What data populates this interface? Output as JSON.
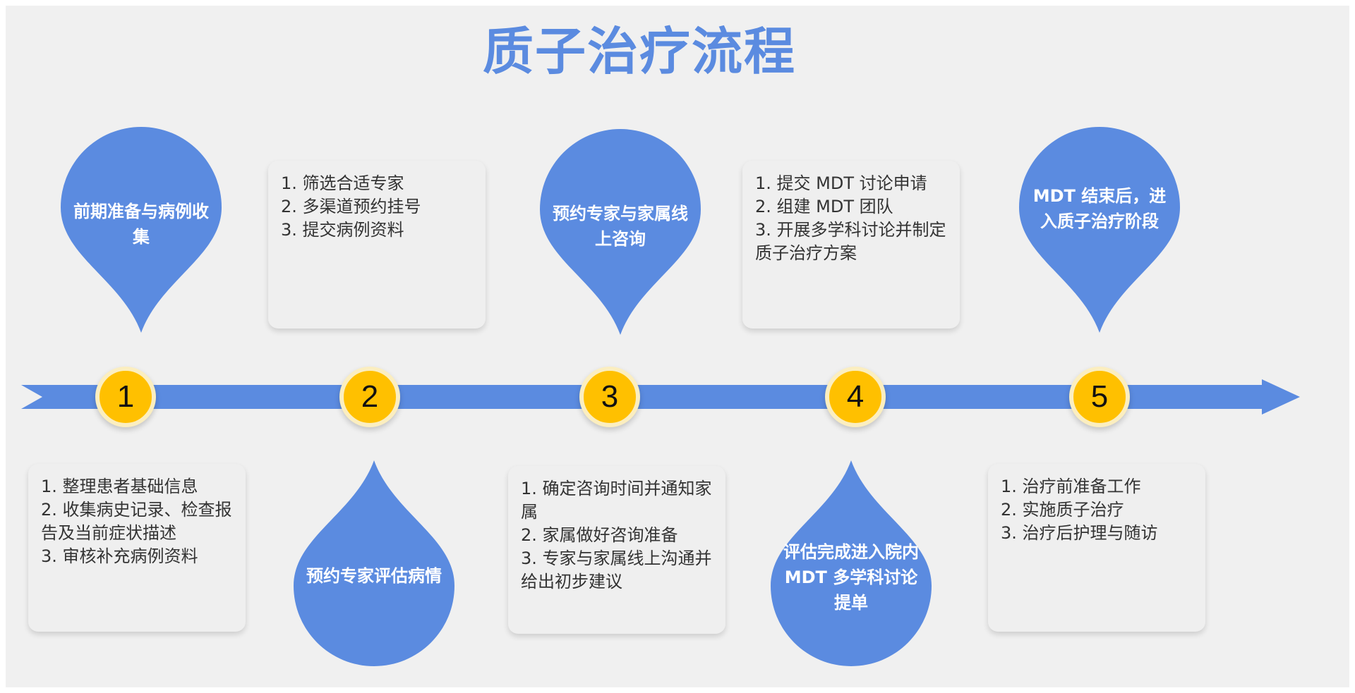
{
  "title": "质子治疗流程",
  "colors": {
    "accent": "#5b8be0",
    "badge": "#ffc000",
    "panel": "#f0f0f0"
  },
  "steps": [
    {
      "number": "1",
      "stage": "前期准备与病例收集",
      "details": [
        "1. 整理患者基础信息",
        "2. 收集病史记录、检查报告及当前症状描述",
        "3. 审核补充病例资料"
      ]
    },
    {
      "number": "2",
      "stage": "预约专家评估病情",
      "details": [
        "1. 筛选合适专家",
        "2. 多渠道预约挂号",
        "3. 提交病例资料"
      ]
    },
    {
      "number": "3",
      "stage": "预约专家与家属线上咨询",
      "details": [
        "1. 确定咨询时间并通知家属",
        "2. 家属做好咨询准备",
        "3. 专家与家属线上沟通并给出初步建议"
      ]
    },
    {
      "number": "4",
      "stage": "评估完成进入院内 MDT 多学科讨论提单",
      "details": [
        "1. 提交 MDT 讨论申请",
        "2. 组建 MDT 团队",
        "3. 开展多学科讨论并制定质子治疗方案"
      ]
    },
    {
      "number": "5",
      "stage": "MDT 结束后，进入质子治疗阶段",
      "details": [
        "1. 治疗前准备工作",
        "2. 实施质子治疗",
        "3. 治疗后护理与随访"
      ]
    }
  ]
}
